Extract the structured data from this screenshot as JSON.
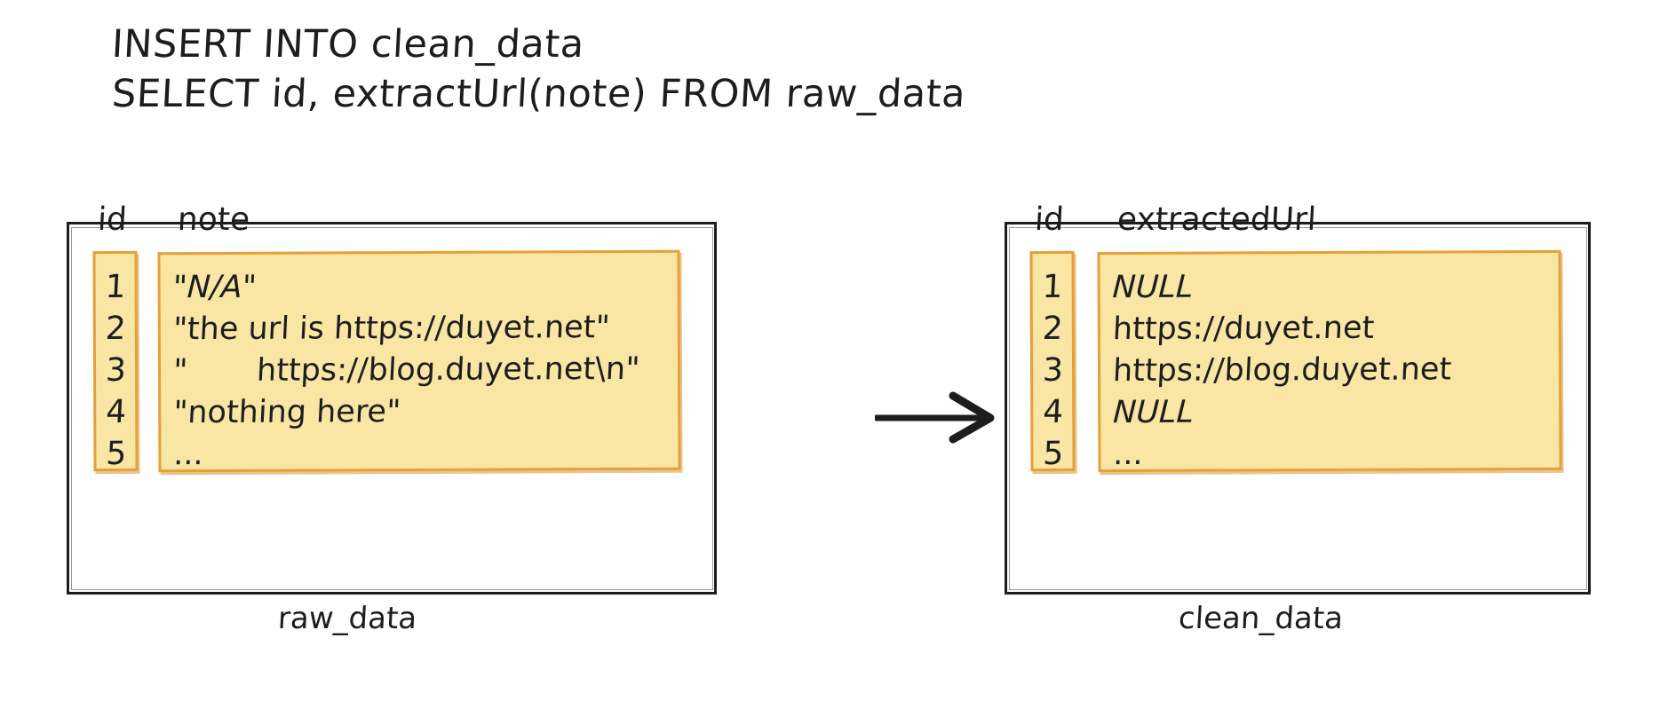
{
  "query": {
    "line1": "INSERT INTO clean_data",
    "line2": "SELECT id, extractUrl(note) FROM raw_data"
  },
  "colors": {
    "note_fill": "#f9e5a4",
    "note_border": "#e5a03a",
    "ink": "#1d1d1d",
    "background": "#ffffff"
  },
  "arrow": {
    "icon": "right-arrow-icon",
    "direction": "right"
  },
  "source_table": {
    "name": "raw_data",
    "label": "raw_data",
    "columns": [
      "id",
      "note"
    ],
    "id_values": [
      "1",
      "2",
      "3",
      "4",
      "5"
    ],
    "note_values": [
      "\"N/A\"",
      "\"the url is https://duyet.net\"",
      "\"       https://blog.duyet.net\\n\"",
      "\"nothing here\"",
      "..."
    ]
  },
  "target_table": {
    "name": "clean_data",
    "label": "clean_data",
    "columns": [
      "id",
      "extractedUrl"
    ],
    "id_values": [
      "1",
      "2",
      "3",
      "4",
      "5"
    ],
    "extracted_values": [
      "NULL",
      "https://duyet.net",
      "https://blog.duyet.net",
      "NULL",
      "..."
    ]
  }
}
